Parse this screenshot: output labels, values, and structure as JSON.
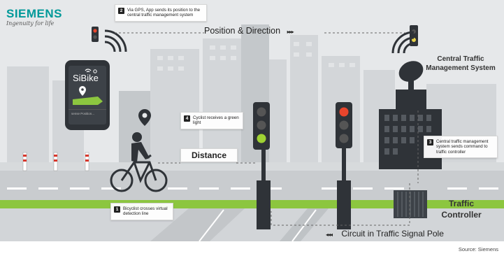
{
  "brand": {
    "name": "SIEMENS",
    "tagline": "Ingenuity for life"
  },
  "phone": {
    "app_name": "SiBike",
    "bottom_text": "sense Position..."
  },
  "labels": {
    "position_direction": "Position & Direction",
    "position_arrows": "▸▸▸",
    "distance": "Distance",
    "central_system": "Central Traffic\nManagement System",
    "traffic_controller": "Traffic\nController",
    "circuit": "Circuit in Traffic Signal Pole",
    "circuit_arrows": "◂◂◂"
  },
  "steps": [
    {
      "number": "1",
      "text": "Bicyclist crosses virtual detection line"
    },
    {
      "number": "2",
      "text": "Via GPS, App sends its position to the central traffic management system"
    },
    {
      "number": "3",
      "text": "Central traffic management system sends command to traffic controller"
    },
    {
      "number": "4",
      "text": "Cyclist receives a green light"
    }
  ],
  "source": "Source: Siemens",
  "colors": {
    "brand_teal": "#009999",
    "road": "#c9cccf",
    "bike_lane": "#8cc63f",
    "sky": "#e4e6e8",
    "dark": "#2f3338",
    "red_light": "#e8452c",
    "green_light": "#9fd233",
    "yellow_light": "#e8d24a"
  },
  "icons": [
    "wifi-icon",
    "location-pin-icon",
    "signal-waves-icon",
    "satellite-dish-icon",
    "bicycle-icon"
  ]
}
